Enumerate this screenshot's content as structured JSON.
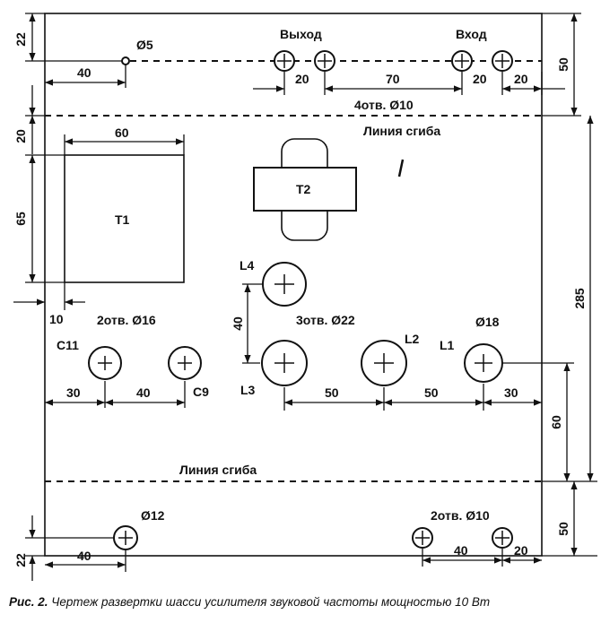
{
  "dims": {
    "top_22": "22",
    "d_40a": "40",
    "hole5": "Ø5",
    "out_label": "Выход",
    "in_label": "Вход",
    "d_20a": "20",
    "d_70": "70",
    "d_20b": "20",
    "d_20c": "20",
    "d_50top": "50",
    "holes4x10": "4отв. Ø10",
    "d_20left": "20",
    "d_60w": "60",
    "d_65": "65",
    "d_10": "10",
    "d_285": "285",
    "holes2x16": "2отв. Ø16",
    "d_40v": "40",
    "holes3x22": "3отв. Ø22",
    "hole18": "Ø18",
    "d_30a": "30",
    "d_40b": "40",
    "d_50a": "50",
    "d_50b": "50",
    "d_30b": "30",
    "d_60v": "60",
    "hole12": "Ø12",
    "holes2x10": "2отв. Ø10",
    "d_40c": "40",
    "d_20d": "20",
    "d_50bot": "50",
    "bot_22": "22"
  },
  "components": {
    "t1": "T1",
    "t2": "T2",
    "l4": "L4",
    "l2": "L2",
    "l1": "L1",
    "l3": "L3",
    "c11": "C11",
    "c9": "C9"
  },
  "fold_lines": {
    "top": "Линия сгиба",
    "bottom": "Линия сгиба"
  },
  "caption": {
    "label": "Рис. 2.",
    "text": "Чертеж развертки шасси усилителя звуковой частоты мощностью 10 Вт"
  }
}
